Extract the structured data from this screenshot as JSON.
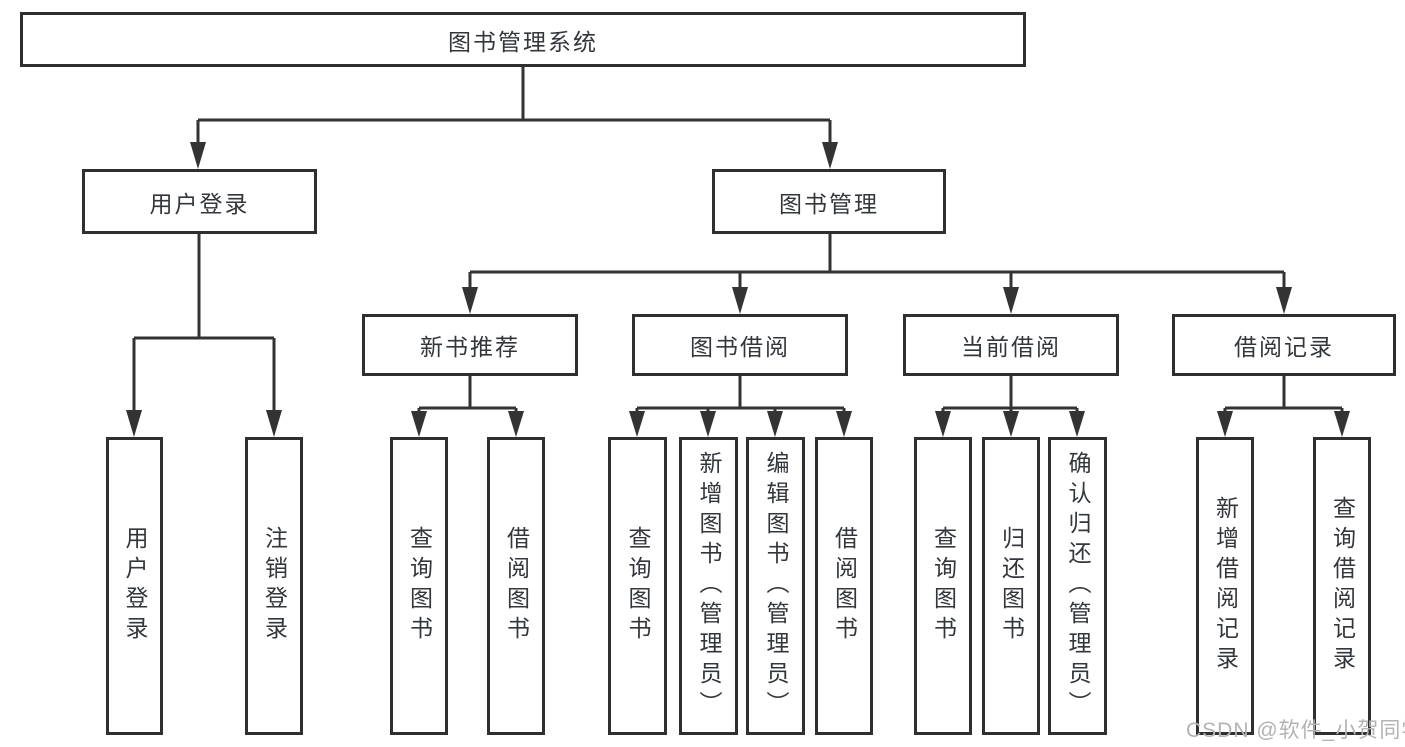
{
  "diagram": {
    "type": "hierarchy-tree",
    "root": {
      "label": "图书管理系统",
      "children": [
        {
          "label": "用户登录",
          "children": [
            {
              "label": "用户登录"
            },
            {
              "label": "注销登录"
            }
          ]
        },
        {
          "label": "图书管理",
          "children": [
            {
              "label": "新书推荐",
              "children": [
                {
                  "label": "查询图书"
                },
                {
                  "label": "借阅图书"
                }
              ]
            },
            {
              "label": "图书借阅",
              "children": [
                {
                  "label": "查询图书"
                },
                {
                  "label": "新增图书（管理员）"
                },
                {
                  "label": "编辑图书（管理员）"
                },
                {
                  "label": "借阅图书"
                }
              ]
            },
            {
              "label": "当前借阅",
              "children": [
                {
                  "label": "查询图书"
                },
                {
                  "label": "归还图书"
                },
                {
                  "label": "确认归还（管理员）"
                }
              ]
            },
            {
              "label": "借阅记录",
              "children": [
                {
                  "label": "新增借阅记录"
                },
                {
                  "label": "查询借阅记录"
                }
              ]
            }
          ]
        }
      ]
    },
    "watermark": "CSDN @软件_小贺同学",
    "colors": {
      "background": "#ffffff",
      "line": "#333333",
      "box_border": "#2f2f2f",
      "box_fill": "#ffffff",
      "text": "#33373c",
      "watermark": "#b3b3b3"
    }
  }
}
